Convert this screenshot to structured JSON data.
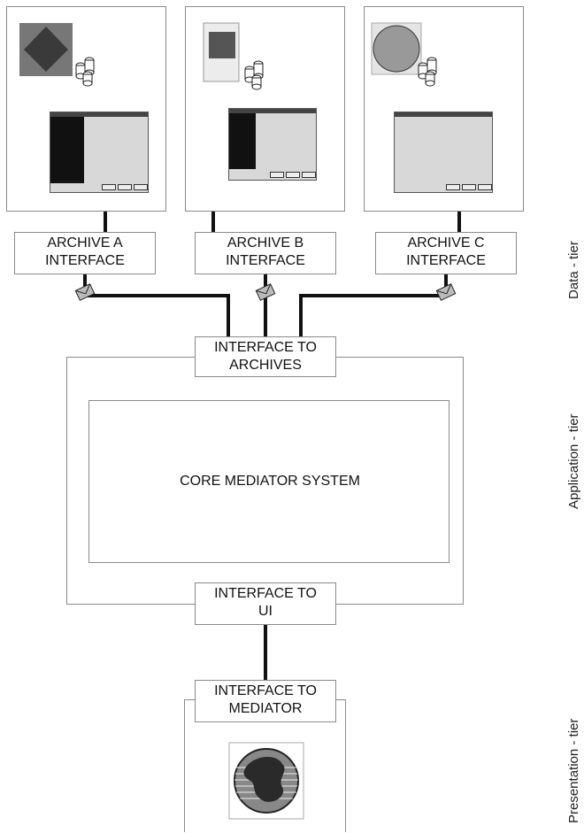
{
  "archives": [
    {
      "id": "a",
      "line1": "ARCHIVE A",
      "line2": "INTERFACE",
      "icon": "diamond-database-icon"
    },
    {
      "id": "b",
      "line1": "ARCHIVE B",
      "line2": "INTERFACE",
      "icon": "square-database-icon"
    },
    {
      "id": "c",
      "line1": "ARCHIVE C",
      "line2": "INTERFACE",
      "icon": "circle-database-icon"
    }
  ],
  "interface_archives": {
    "line1": "INTERFACE TO",
    "line2": "ARCHIVES"
  },
  "core": {
    "label": "CORE MEDIATOR SYSTEM"
  },
  "interface_ui": {
    "line1": "INTERFACE TO",
    "line2": "UI"
  },
  "interface_mediator": {
    "line1": "INTERFACE TO",
    "line2": "MEDIATOR"
  },
  "tiers": {
    "data": "Data - tier",
    "application": "Application - tier",
    "presentation": "Presentation - tier"
  },
  "colors": {
    "line": "#111111",
    "frame": "#8a8a8a"
  }
}
